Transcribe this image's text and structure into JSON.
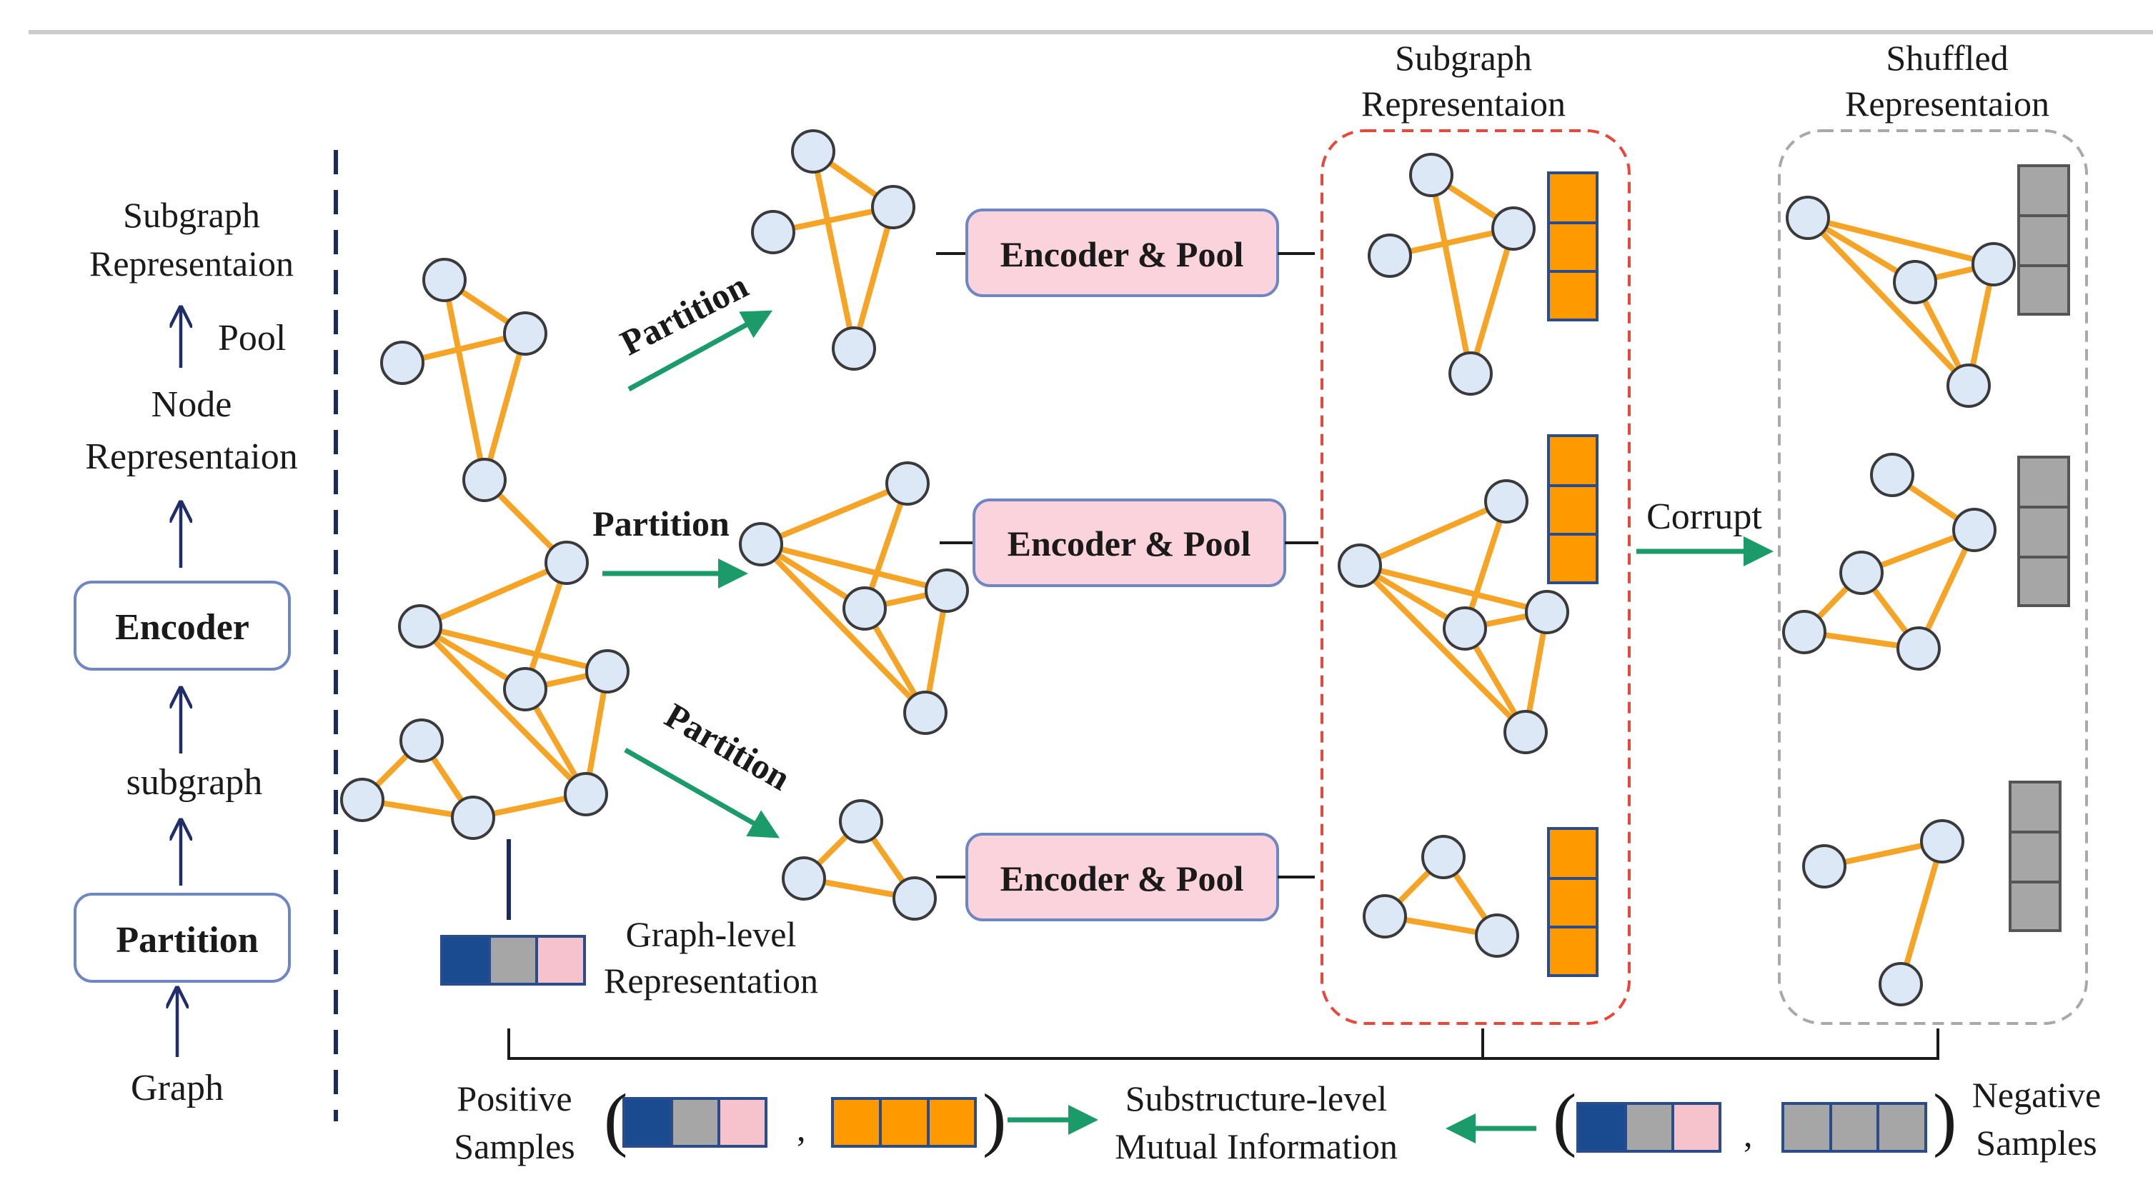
{
  "left_pipeline": {
    "subgraph_repr": [
      "Subgraph",
      "Representaion"
    ],
    "pool": "Pool",
    "node_repr": [
      "Node",
      "Representaion"
    ],
    "encoder": "Encoder",
    "subgraph": "subgraph",
    "partition": "Partition",
    "graph": "Graph"
  },
  "main": {
    "partition_label": "Partition",
    "encoder_pool_label": "Encoder & Pool",
    "subgraph_repr_header": [
      "Subgraph",
      "Representaion"
    ],
    "shuffled_repr_header": [
      "Shuffled",
      "Representaion"
    ],
    "corrupt_label": "Corrupt",
    "graph_level_repr": [
      "Graph-level",
      "Representation"
    ]
  },
  "bottom": {
    "positive_samples": [
      "Positive",
      "Samples"
    ],
    "negative_samples": [
      "Negative",
      "Samples"
    ],
    "mutual_info": [
      "Substructure-level",
      "Mutual Information"
    ],
    "comma": ","
  },
  "colors": {
    "edge": "#f5a425",
    "node_fill": "#dce8f6",
    "arrow_green": "#1c9b6a",
    "dark_blue": "#1a4a8f",
    "gray": "#a6a6a6",
    "pink": "#f6c3cc",
    "orange": "#ff9900",
    "red_dashed": "#e8483a",
    "gray_dashed": "#a9a9a9",
    "encoder_fill": "#fad3dc"
  }
}
